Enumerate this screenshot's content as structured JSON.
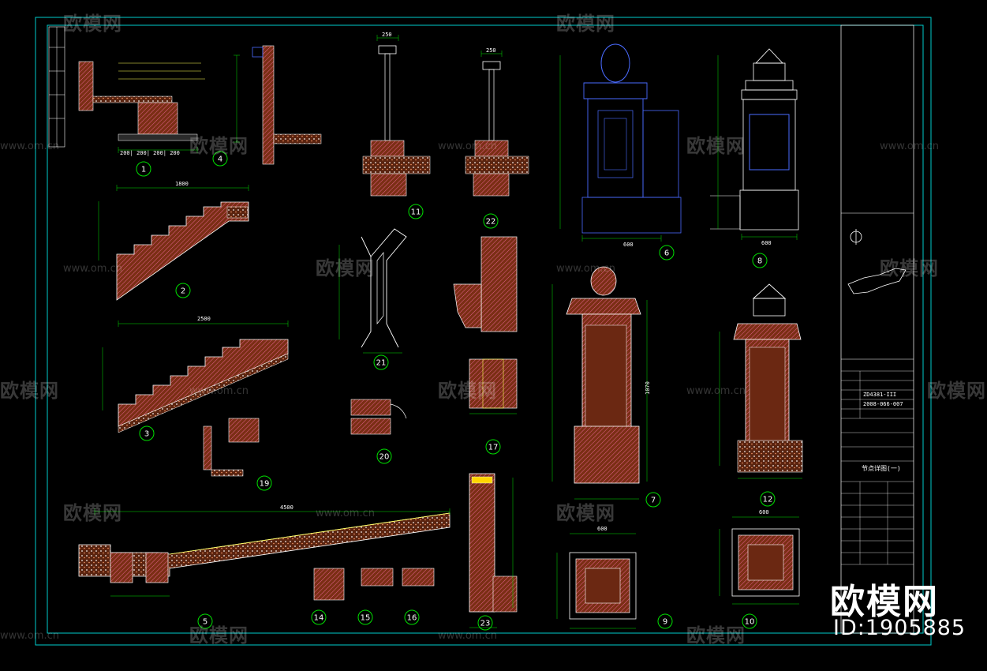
{
  "watermark": {
    "brand": "欧模网",
    "url": "www.om.cn"
  },
  "brand_stamp": {
    "name": "欧模网",
    "id": "ID:1905885"
  },
  "title_block": {
    "project_no": "ZD4381-III",
    "drawing_no": "2008-066-007",
    "drawing_name": "节点详图(一)"
  },
  "details": [
    {
      "label": "1"
    },
    {
      "label": "4"
    },
    {
      "label": "11"
    },
    {
      "label": "22"
    },
    {
      "label": "6"
    },
    {
      "label": "8"
    },
    {
      "label": "2"
    },
    {
      "label": "21"
    },
    {
      "label": "3"
    },
    {
      "label": "17"
    },
    {
      "label": "20"
    },
    {
      "label": "7"
    },
    {
      "label": "12"
    },
    {
      "label": "19"
    },
    {
      "label": "5"
    },
    {
      "label": "14"
    },
    {
      "label": "15"
    },
    {
      "label": "16"
    },
    {
      "label": "23"
    },
    {
      "label": "9"
    },
    {
      "label": "10"
    }
  ],
  "dimensions": {
    "d2_width": "1800",
    "d3_width": "2500",
    "d5_width": "4500",
    "d6_width": "600",
    "d8_width": "600",
    "d9_width": "600",
    "d10_width": "600",
    "d7_height": "1070",
    "d11_top": "250",
    "d22_top": "250",
    "d1_dims": "200| 200| 200| 200"
  },
  "colors": {
    "frame": "#00d8d8",
    "section_fill": "#8a3a1e",
    "outline": "#ffffff",
    "dim": "#00e000",
    "hatch": "#ff66cc",
    "accent": "#ffff33",
    "blue": "#4a6bff"
  }
}
